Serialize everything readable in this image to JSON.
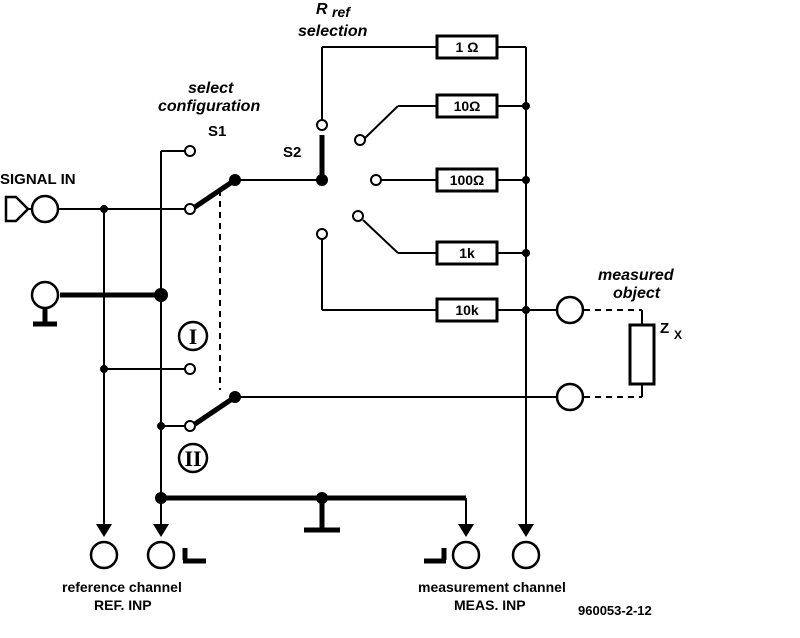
{
  "labels": {
    "signal_in": "SIGNAL IN",
    "rref_r": "R",
    "rref_sub": "ref",
    "rref_selection": "selection",
    "select": "select",
    "configuration": "configuration",
    "s1": "S1",
    "s2": "S2",
    "pos_one": "I",
    "pos_two": "II",
    "measured": "measured",
    "object": "object",
    "zx_z": "Z",
    "zx_sub": "X",
    "reference_channel": "reference  channel",
    "ref_inp": "REF. INP",
    "measurement_channel": "measurement channel",
    "meas_inp": "MEAS. INP",
    "figure_code": "960053-2-12"
  },
  "resistors": [
    {
      "label": "1 Ω"
    },
    {
      "label": "10Ω"
    },
    {
      "label": "100Ω"
    },
    {
      "label": "1k"
    },
    {
      "label": "10k"
    }
  ]
}
